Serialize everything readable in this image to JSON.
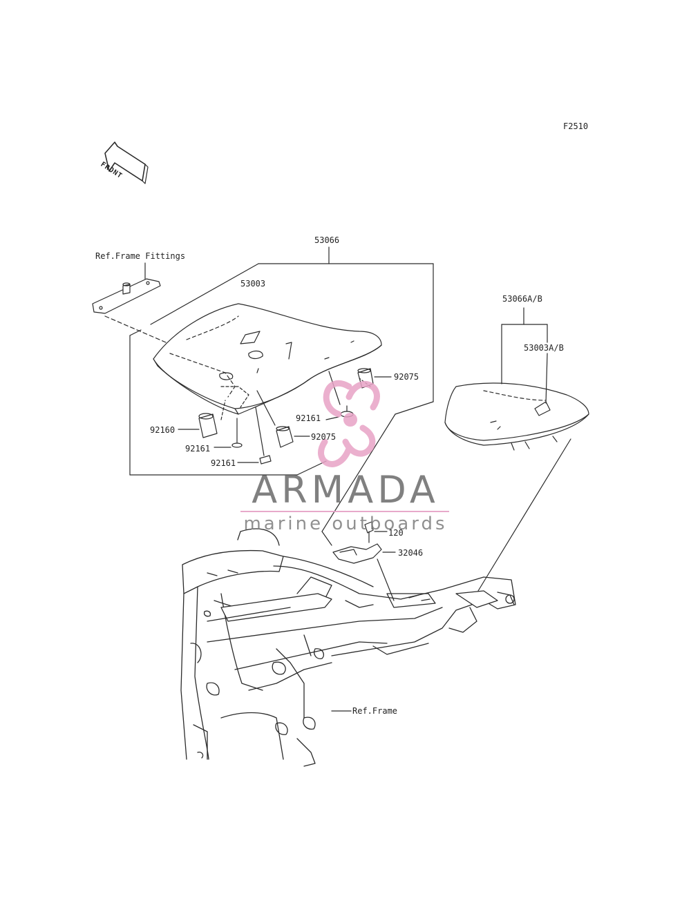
{
  "figure_code": "F2510",
  "front_arrow_text": "FRONT",
  "brand": {
    "name": "ARMADA",
    "tagline": "marine outboards",
    "logo": "armada-propeller-logo",
    "colors": {
      "logo_pink": "#e8a3c6",
      "text_gray": "#6e6e6e"
    }
  },
  "callouts": {
    "ref_frame_fittings": "Ref.Frame Fittings",
    "assy_53066": "53066",
    "p53003": "53003",
    "p92075_a": "92075",
    "p92161_a": "92161",
    "p92075_b": "92075",
    "p92160": "92160",
    "p92161_b": "92161",
    "p92161_c": "92161",
    "assy_53066ab": "53066A/B",
    "p53003ab": "53003A/B",
    "p120": "120",
    "p32046": "32046",
    "ref_frame": "Ref.Frame"
  }
}
